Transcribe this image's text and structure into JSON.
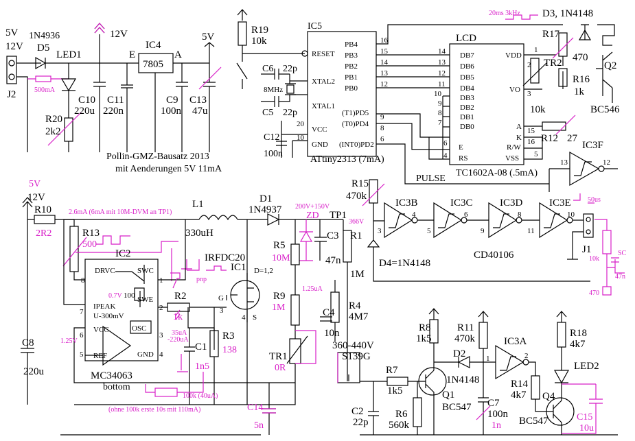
{
  "title": {
    "line1": "Pollin-GMZ-Bausatz 2013",
    "line2": "mit Aenderungen 5V 11mA"
  },
  "colors": {
    "wire": "#000000",
    "mod": "#d81ec8"
  },
  "top_left": {
    "v5": "5V",
    "v12": "12V",
    "j2": "J2",
    "d5": "D5",
    "d5v": "1N4936",
    "led1": "LED1",
    "r500ma": "500mA",
    "r20": "R20",
    "r20v": "2k2",
    "c10": "C10",
    "c10v": "220u",
    "c11": "C11",
    "c11v": "220n",
    "v12b": "12V",
    "ic4": "IC4",
    "ic4v": "7805",
    "e": "E",
    "a": "A",
    "c9": "C9",
    "c9v": "100n",
    "c13": "C13",
    "c13v": "47u",
    "v5b": "5V"
  },
  "mcu": {
    "r19": "R19",
    "r19v": "10k",
    "ic5": "IC5",
    "reset": "RESET",
    "xtal2": "XTAL2",
    "xtal1": "XTAL1",
    "vcc": "VCC",
    "gnd": "GND",
    "c6": "C6",
    "c6v": "22p",
    "c5": "C5",
    "c5v": "22p",
    "mhz": "8MHz",
    "c12": "C12",
    "c12v": "100n",
    "n20": "20",
    "n10": "10",
    "pd5": "(T1)PD5",
    "pd4": "(T0)PD4",
    "pd2": "(INT0)PD2",
    "name": "ATtiny2313 (7mA)",
    "pins": [
      "PB4",
      "PB3",
      "PB2",
      "PB1",
      "PB0"
    ],
    "pinnums": [
      "16",
      "15",
      "14",
      "13",
      "12"
    ],
    "n9": "9",
    "n8": "8",
    "n6": "6"
  },
  "lcd": {
    "title": "LCD",
    "pins": [
      "DB7",
      "DB6",
      "DB5",
      "DB4",
      "DB3",
      "DB2",
      "DB1",
      "DB0"
    ],
    "pinnums": [
      "14",
      "13",
      "12",
      "11",
      "10",
      "9",
      "8",
      "7"
    ],
    "vdd": "VDD",
    "vo": "VO",
    "a": "A",
    "k": "K",
    "rw": "R/W",
    "vss": "VSS",
    "e": "E",
    "rs": "RS",
    "n2": "2",
    "n3": "3",
    "n1": "1",
    "n15": "15",
    "n16": "16",
    "n5": "5",
    "n6": "6",
    "n4": "4",
    "name": "TC1602A-08 (.5mA)",
    "tr2": "TR2",
    "tr2v": "10k",
    "r12": "R12",
    "r12v": "27",
    "r17": "R17",
    "r17v": "470",
    "r16": "R16",
    "r16v": "1k",
    "q2": "Q2",
    "q2v": "BC546",
    "d3": "D3, 1N4148",
    "timing": "20ms 3kHz"
  },
  "inverters": {
    "ic3f": "IC3F",
    "n13": "13",
    "n12": "12",
    "pulse": "PULSE",
    "ic3b": "IC3B",
    "ic3c": "IC3C",
    "ic3d": "IC3D",
    "ic3e": "IC3E",
    "n3": "3",
    "n4": "4",
    "n5": "5",
    "n6": "6",
    "n9": "9",
    "n8": "8",
    "n11": "11",
    "n10": "10",
    "cd": "CD40106",
    "j1": "J1",
    "us50": "50us",
    "sc": "SC",
    "m10k": "10k",
    "m47n": "47n",
    "m470": "470",
    "r15": "R15",
    "r15v": "470k",
    "d4": "D4=1N4148"
  },
  "hv": {
    "v5": "5V",
    "v12": "12V",
    "r10": "R10",
    "r10v": "2R2",
    "note": "2.6mA (6mA mit 10M-DVM an TP1)",
    "r13": "R13",
    "r13v": "500",
    "l1": "L1",
    "l1v": "330uH",
    "d1": "D1",
    "d1v": "1N4937",
    "zd": "ZD",
    "zdv": "200V+150V",
    "tp1": "TP1",
    "v366": "366V",
    "irf": "IRFDC20",
    "ic1": "IC1",
    "d12": "D=1,2",
    "pnp": "pnp",
    "r5": "R5",
    "r5v": "10M",
    "c3": "C3",
    "c3v": "47n",
    "r1": "R1",
    "r1v": "1M",
    "ua125": "1.25uA",
    "r9": "R9",
    "r9v": "1M",
    "r4": "R4",
    "r4v": "4M7",
    "c4": "C4",
    "c4v": "10n",
    "g": "G",
    "s": "S",
    "n4": "4",
    "n3": "3",
    "tr1": "TR1",
    "tr1v": "0R",
    "c14": "C14",
    "c14v": "5n",
    "tube": "360-440V",
    "tubev": "S139G"
  },
  "mc": {
    "ic2": "IC2",
    "drvc": "DRVC",
    "swc": "SWC",
    "ipeak": "IPEAK",
    "ipeakv": "U-300mV",
    "vcc": "VCC",
    "ref": "REF",
    "gnd": "GND",
    "osc": "OSC",
    "swe": "SWE",
    "n100": "100",
    "v07": "0.7V",
    "v125": "1.25V",
    "name": "MC34063",
    "bottom": "bottom",
    "n8": "8",
    "n1": "1",
    "n7": "7",
    "n2": "2",
    "n6": "6",
    "n3": "3",
    "n5": "5",
    "n4": "4",
    "r2": "R2",
    "r2v": "1k",
    "r3": "R3",
    "r3v": "138",
    "c1": "C1",
    "c1v": "1n5",
    "c8": "C8",
    "c8v": "220u",
    "cur": "35uA",
    "cur2": "-220uA",
    "r100k": "100k (40uA)",
    "note": "(ohne 100k erste 10s mit 110mA)"
  },
  "detector": {
    "r7": "R7",
    "r7v": "1k5",
    "c2": "C2",
    "c2v": "22p",
    "r6": "R6",
    "r6v": "560k",
    "r8": "R8",
    "r8v": "1k5",
    "q1": "Q1",
    "q1v": "BC547",
    "r11": "R11",
    "r11v": "470k",
    "d2": "D2",
    "d2v": "1N4148",
    "c7": "C7",
    "c7v": "100n",
    "c7m": "1n",
    "ic3a": "IC3A",
    "n1": "1",
    "n2": "2",
    "r14": "R14",
    "r14v": "4k7",
    "r18": "R18",
    "r18v": "4k7",
    "led2": "LED2",
    "q4": "Q4",
    "q4v": "BC547",
    "c15": "C15",
    "c15v": "10u"
  }
}
